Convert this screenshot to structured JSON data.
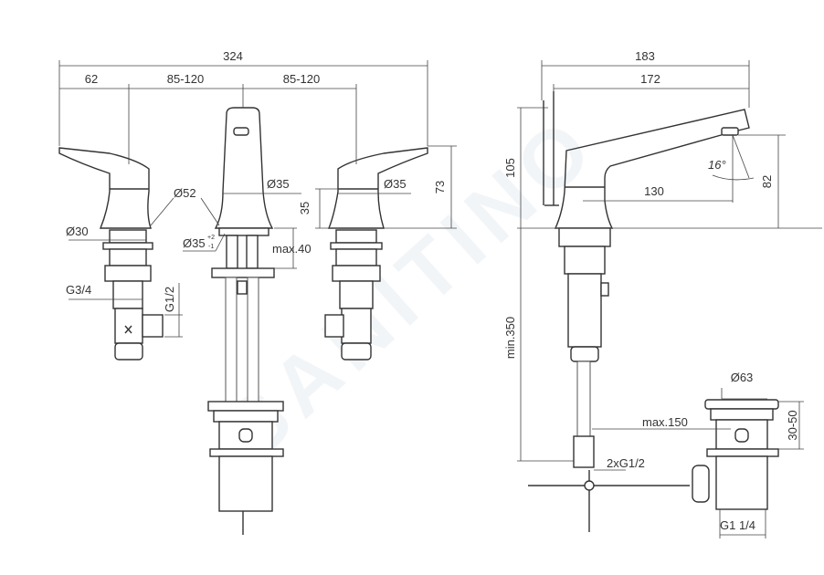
{
  "watermark": "SANITINO",
  "front_view": {
    "overall_width": "324",
    "left_offset": "62",
    "spacing_left": "85-120",
    "spacing_right": "85-120",
    "handle_base_diameter": "Ø52",
    "spout_diameter": "Ø35",
    "right_handle_diameter": "Ø35",
    "handle_height": "73",
    "handle_base_height": "35",
    "shank_diameter": "Ø30",
    "hole_diameter": "Ø35",
    "hole_tolerance_plus": "+2",
    "hole_tolerance_minus": "-1",
    "max_deck_thickness": "max.40",
    "inlet_thread": "G3/4",
    "outlet_thread": "G1/2"
  },
  "side_view": {
    "overall_depth": "183",
    "spout_reach_outer": "172",
    "spout_height": "105",
    "spout_angle": "16°",
    "outlet_height": "82",
    "projection": "130",
    "min_hose_length": "min.350",
    "waste_diameter": "Ø63",
    "waste_pop_up": "30-50",
    "max_hose": "max.150",
    "connection_thread": "2xG1/2",
    "waste_thread": "G1 1/4"
  }
}
